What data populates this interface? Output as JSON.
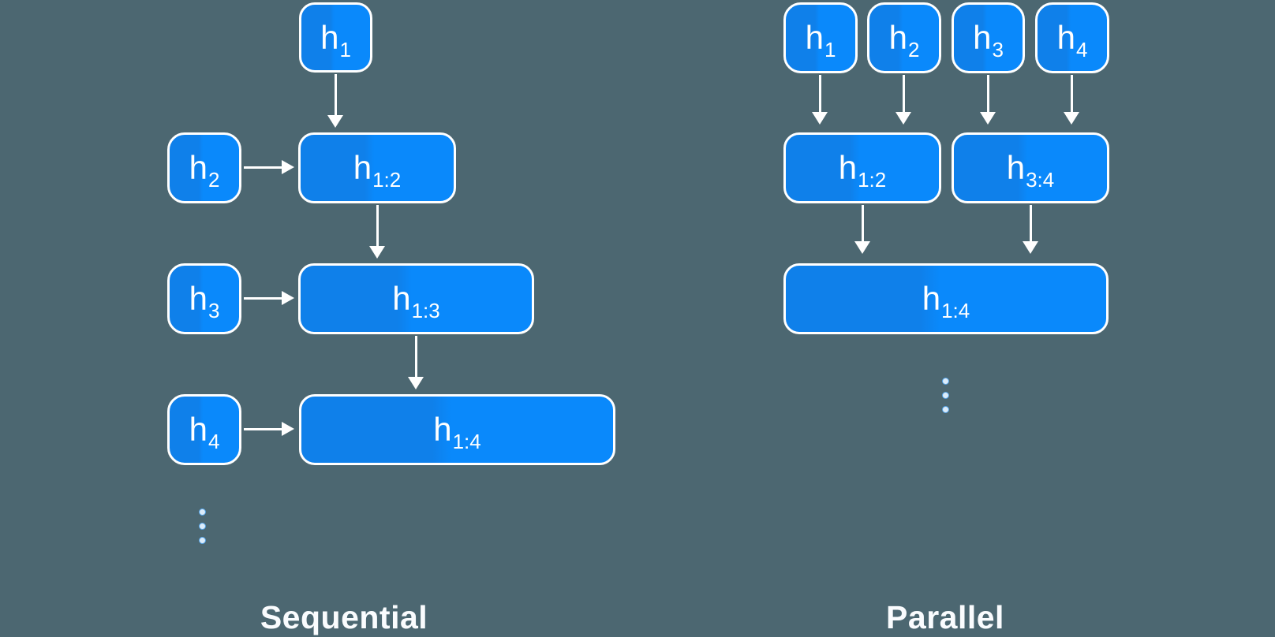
{
  "colors": {
    "background": "#4c6771",
    "box_blue_left": "#0f80ea",
    "box_blue_right": "#0a89fb",
    "box_border": "#ffffff",
    "text": "#ffffff",
    "dot_fill": "#dcecfa",
    "dot_ring": "#55a5ea"
  },
  "sequential": {
    "caption": "Sequential",
    "nodes": {
      "h1": {
        "base": "h",
        "sub": "1"
      },
      "h2": {
        "base": "h",
        "sub": "2"
      },
      "h3": {
        "base": "h",
        "sub": "3"
      },
      "h4": {
        "base": "h",
        "sub": "4"
      },
      "h12": {
        "base": "h",
        "sub": "1:2"
      },
      "h13": {
        "base": "h",
        "sub": "1:3"
      },
      "h14": {
        "base": "h",
        "sub": "1:4"
      }
    }
  },
  "parallel": {
    "caption": "Parallel",
    "nodes": {
      "h1": {
        "base": "h",
        "sub": "1"
      },
      "h2": {
        "base": "h",
        "sub": "2"
      },
      "h3": {
        "base": "h",
        "sub": "3"
      },
      "h4": {
        "base": "h",
        "sub": "4"
      },
      "h12": {
        "base": "h",
        "sub": "1:2"
      },
      "h34": {
        "base": "h",
        "sub": "3:4"
      },
      "h14": {
        "base": "h",
        "sub": "1:4"
      }
    }
  }
}
